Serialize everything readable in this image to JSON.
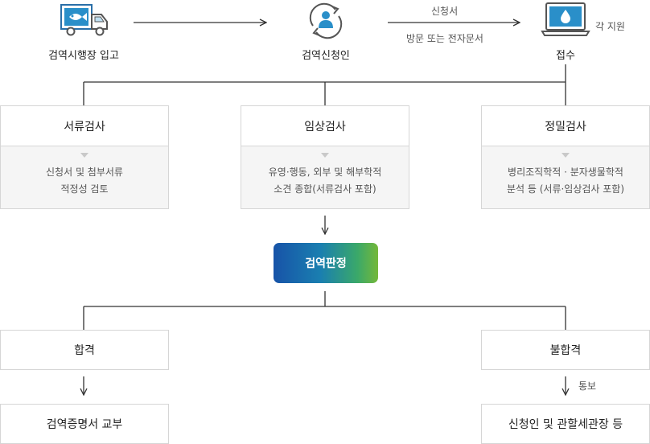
{
  "top_flow": {
    "step1_label": "검역시행장 입고",
    "step2_label": "검역신청인",
    "step3_label": "접수",
    "arrow_top_label": "신청서",
    "arrow_bottom_label": "방문 또는 전자문서",
    "side_note": "각 지원"
  },
  "inspections": [
    {
      "title": "서류검사",
      "desc_line1": "신청서 및 첨부서류",
      "desc_line2": "적정성 검토"
    },
    {
      "title": "임상검사",
      "desc_line1": "유영·행동, 외부 및 해부학적",
      "desc_line2": "소견 종합(서류검사 포함)"
    },
    {
      "title": "정밀검사",
      "desc_line1": "병리조직학적 · 분자생물학적",
      "desc_line2": "분석 등 (서류·임상검사 포함)"
    }
  ],
  "decision": "검역판정",
  "outcomes": {
    "pass": "합격",
    "fail": "불합격",
    "pass_result": "검역증명서 교부",
    "fail_result": "신청인 및 관할세관장 등",
    "fail_arrow_label": "통보"
  },
  "colors": {
    "icon_blue": "#2a8fc9",
    "line": "#333333",
    "box_border": "#d6d6d6",
    "box_fill": "#f5f5f5"
  }
}
